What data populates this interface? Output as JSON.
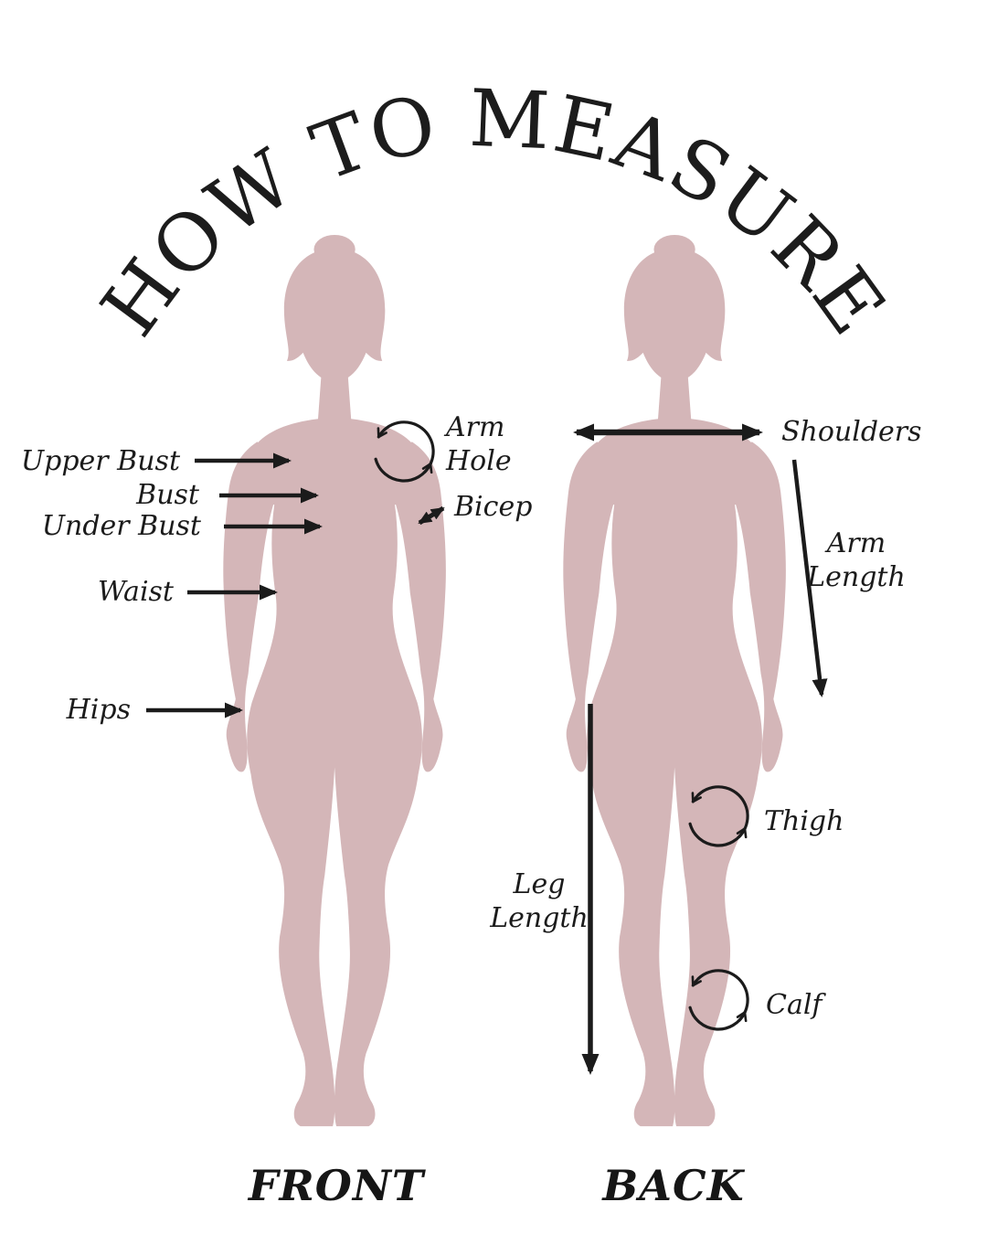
{
  "title": "HOW TO MEASURE",
  "colors": {
    "background": "#ffffff",
    "body": "#d4b6b8",
    "ink": "#1b1b1b"
  },
  "front_figure": {
    "caption": "FRONT",
    "labels": {
      "upper_bust": "Upper Bust",
      "bust": "Bust",
      "under_bust": "Under Bust",
      "waist": "Waist",
      "hips": "Hips",
      "arm_hole_line1": "Arm",
      "arm_hole_line2": "Hole",
      "bicep": "Bicep"
    }
  },
  "back_figure": {
    "caption": "BACK",
    "labels": {
      "shoulders": "Shoulders",
      "arm_length_line1": "Arm",
      "arm_length_line2": "Length",
      "leg_length_line1": "Leg",
      "leg_length_line2": "Length",
      "thigh": "Thigh",
      "calf": "Calf"
    }
  },
  "icons": {
    "rotation_icon": "circular-girth-measure-arrows",
    "straight_arrow": "solid-pointer-arrow",
    "double_arrow": "double-headed-arrow"
  }
}
